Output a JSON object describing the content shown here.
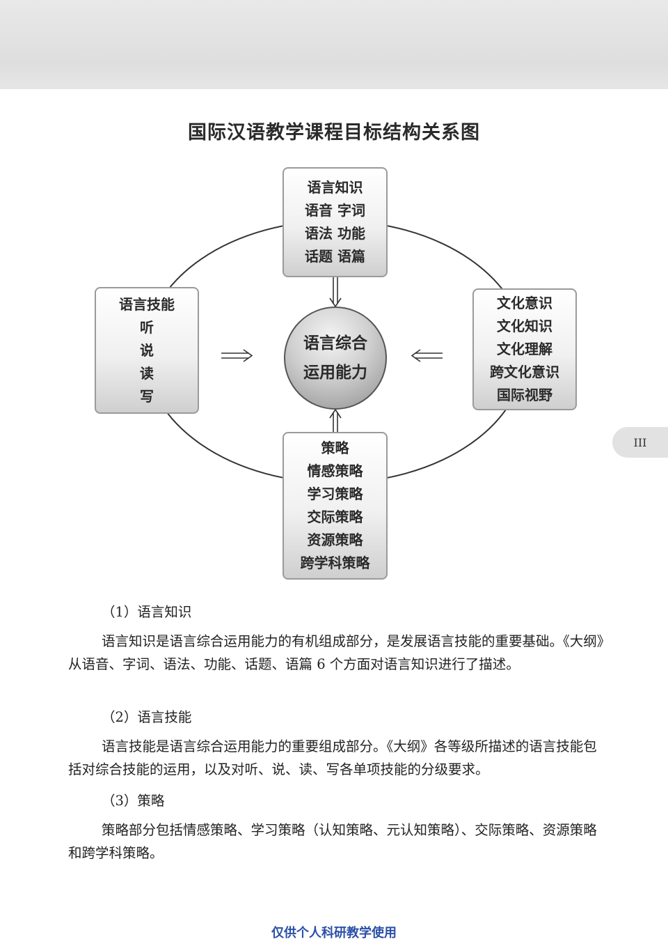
{
  "title": "国际汉语教学课程目标结构关系图",
  "diagram": {
    "center": {
      "line1": "语言综合",
      "line2": "运用能力"
    },
    "top_box": {
      "heading": "语言知识",
      "items": [
        "语音 字词",
        "语法 功能",
        "话题 语篇"
      ]
    },
    "left_box": {
      "heading": "语言技能",
      "items": [
        "听",
        "说",
        "读",
        "写"
      ]
    },
    "right_box": {
      "heading": "文化意识",
      "items": [
        "文化知识",
        "文化理解",
        "跨文化意识",
        "国际视野"
      ]
    },
    "bottom_box": {
      "heading": "策略",
      "items": [
        "情感策略",
        "学习策略",
        "交际策略",
        "资源策略",
        "跨学科策略"
      ]
    }
  },
  "side_tab": "III",
  "sections": [
    {
      "heading": "（1）语言知识",
      "paragraph": "语言知识是语言综合运用能力的有机组成部分，是发展语言技能的重要基础。《大纲》从语音、字词、语法、功能、话题、语篇 6 个方面对语言知识进行了描述。"
    },
    {
      "heading": "（2）语言技能",
      "paragraph": "语言技能是语言综合运用能力的重要组成部分。《大纲》各等级所描述的语言技能包括对综合技能的运用，以及对听、说、读、写各单项技能的分级要求。"
    },
    {
      "heading": "（3）策略",
      "paragraph": "策略部分包括情感策略、学习策略（认知策略、元认知策略）、交际策略、资源策略和跨学科策略。"
    }
  ],
  "footer": "仅供个人科研教学使用",
  "colors": {
    "footer_text": "#2b4fa8",
    "box_border": "#9a9a9a",
    "top_band": "#e2e2e2"
  }
}
